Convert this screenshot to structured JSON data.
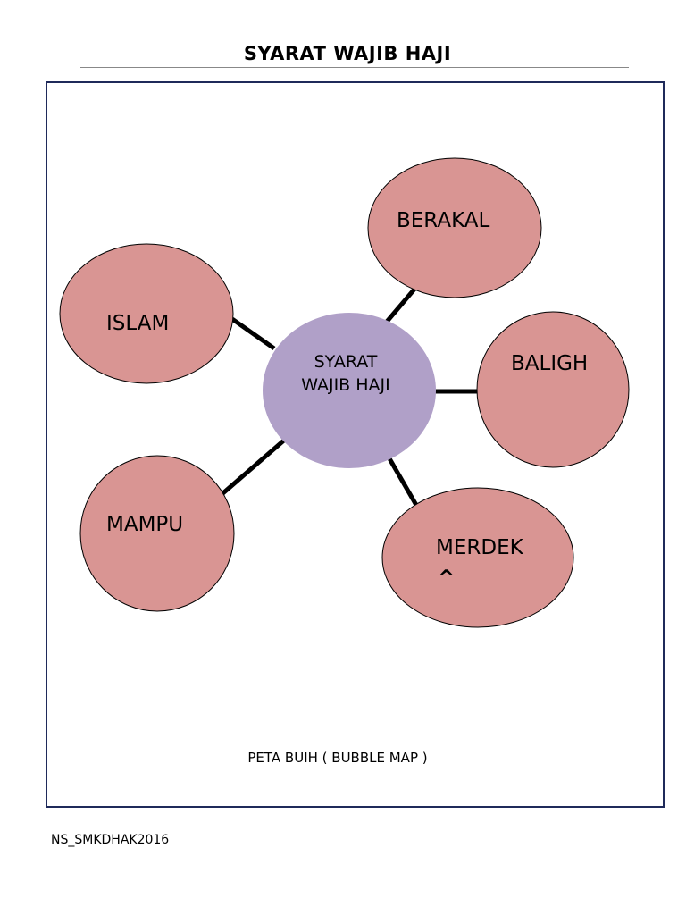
{
  "document": {
    "title": "SYARAT WAJIB HAJI",
    "caption": "PETA BUIH ( BUBBLE MAP )",
    "footer": "NS_SMKDHAK2016"
  },
  "diagram": {
    "center": {
      "line1": "SYARAT",
      "line2": "WAJIB HAJI",
      "fill": "#b0a0c8"
    },
    "bubbles": [
      {
        "label": "BERAKAL",
        "extra": ""
      },
      {
        "label": "ISLAM",
        "extra": ""
      },
      {
        "label": "BALIGH",
        "extra": ""
      },
      {
        "label": "MAMPU",
        "extra": ""
      },
      {
        "label": "MERDEK",
        "extra": "^"
      }
    ],
    "bubble_fill": "#d99593",
    "connector_color": "#000000",
    "frame_color": "#1f2a5a"
  }
}
